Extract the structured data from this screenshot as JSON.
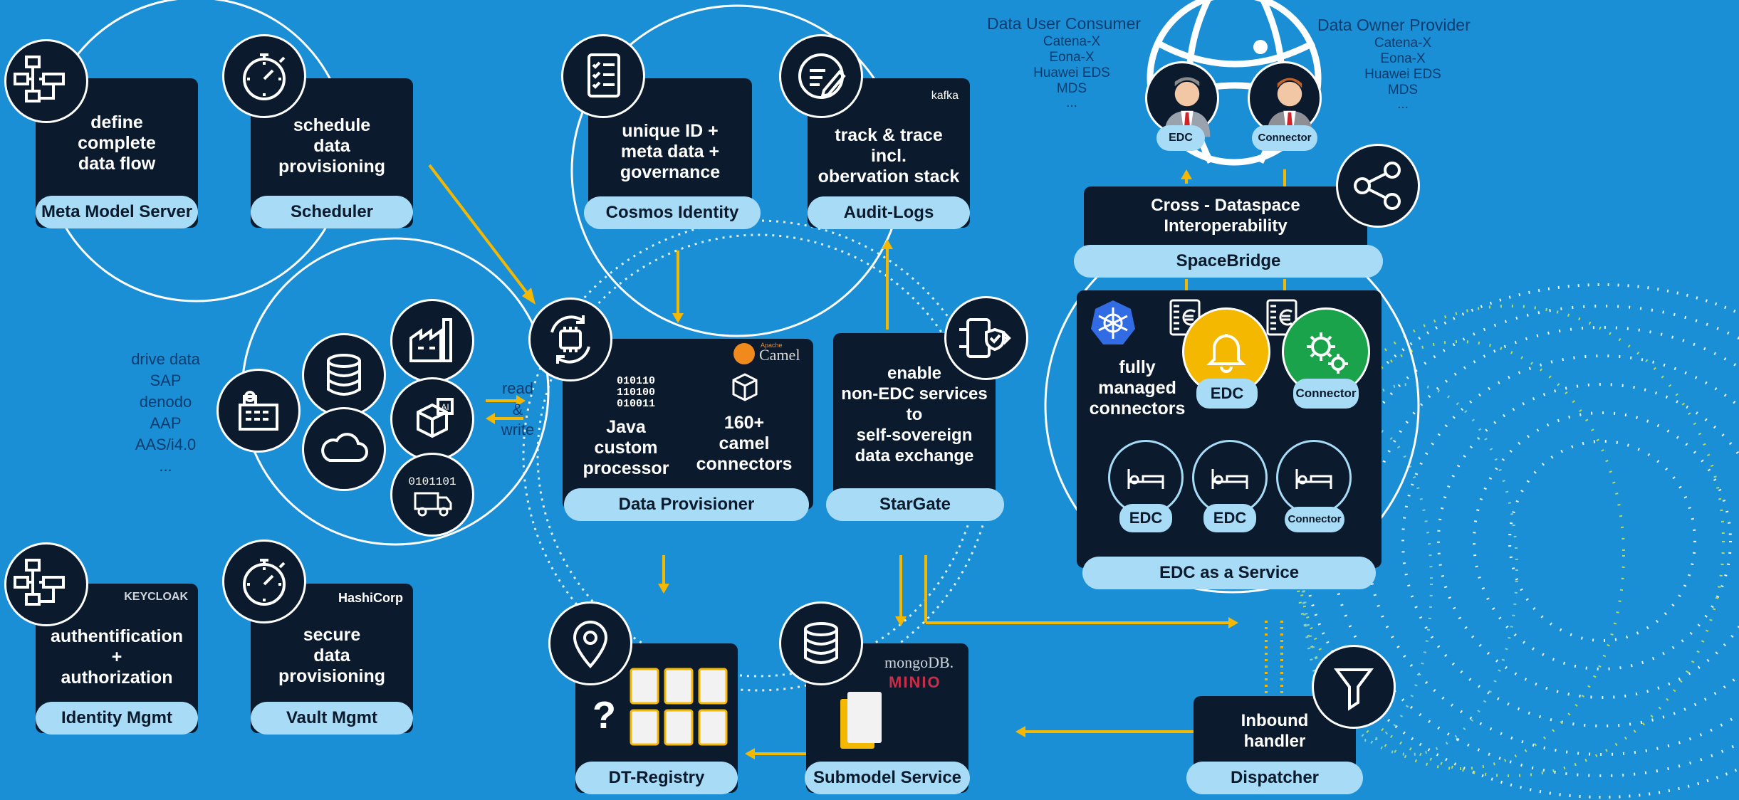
{
  "meta_model": {
    "text_lines": [
      "define",
      "complete",
      "data flow"
    ],
    "label": "Meta Model Server"
  },
  "scheduler": {
    "text_lines": [
      "schedule",
      "data",
      "provisioning"
    ],
    "label": "Scheduler"
  },
  "cosmos": {
    "text_lines": [
      "unique ID +",
      "meta data +",
      "governance"
    ],
    "label": "Cosmos Identity"
  },
  "audit": {
    "text_lines": [
      "track & trace",
      "incl.",
      "obervation stack"
    ],
    "label": "Audit-Logs",
    "logo": "kafka"
  },
  "spacebridge": {
    "text_lines": [
      "Cross - Dataspace",
      "Interoperability"
    ],
    "label": "SpaceBridge"
  },
  "consumer": {
    "title": "Data User Consumer",
    "items": [
      "Catena-X",
      "Eona-X",
      "Huawei EDS",
      "MDS",
      "..."
    ]
  },
  "owner": {
    "title": "Data Owner Provider",
    "items": [
      "Catena-X",
      "Eona-X",
      "Huawei EDS",
      "MDS",
      "..."
    ]
  },
  "globe_badges": {
    "left": "EDC",
    "right": "Connector"
  },
  "drive": {
    "items": [
      "drive data",
      "SAP",
      "denodo",
      "AAP",
      "AAS/i4.0",
      "..."
    ]
  },
  "readwrite": {
    "lines": [
      "read",
      "&",
      "write"
    ]
  },
  "provisioner": {
    "label": "Data Provisioner",
    "binary": [
      "010110",
      "110100",
      "010011"
    ],
    "left_lines": [
      "Java",
      "custom",
      "processor"
    ],
    "right_lines": [
      "160+",
      "camel",
      "connectors"
    ],
    "logo_small": "Apache",
    "logo": "Camel"
  },
  "stargate": {
    "text_lines": [
      "enable",
      "non-EDC services",
      "to",
      "self-sovereign",
      "data exchange"
    ],
    "label": "StarGate"
  },
  "edc_service": {
    "label": "EDC as a Service",
    "fully_lines": [
      "fully",
      "managed",
      "connectors"
    ],
    "badges": [
      "EDC",
      "Connector",
      "EDC",
      "EDC",
      "Connector"
    ]
  },
  "identity": {
    "text_lines": [
      "authentification",
      "+",
      "authorization"
    ],
    "label": "Identity Mgmt",
    "logo": "KEYCLOAK"
  },
  "vault": {
    "text_lines": [
      "secure",
      "data",
      "provisioning"
    ],
    "label": "Vault Mgmt",
    "logo": "HashiCorp"
  },
  "dt_registry": {
    "label": "DT-Registry",
    "question": "?"
  },
  "submodel": {
    "label": "Submodel Service",
    "logo1": "mongoDB.",
    "logo2": "MINIO"
  },
  "dispatcher": {
    "text_lines": [
      "Inbound",
      "handler"
    ],
    "label": "Dispatcher"
  },
  "colors": {
    "background": "#1a8fd6",
    "card": "#0b1a2c",
    "pill": "#a8dcf6",
    "arrow": "#f5b800",
    "edc_yellow": "#f5b800",
    "connector_green": "#1aa34a"
  }
}
